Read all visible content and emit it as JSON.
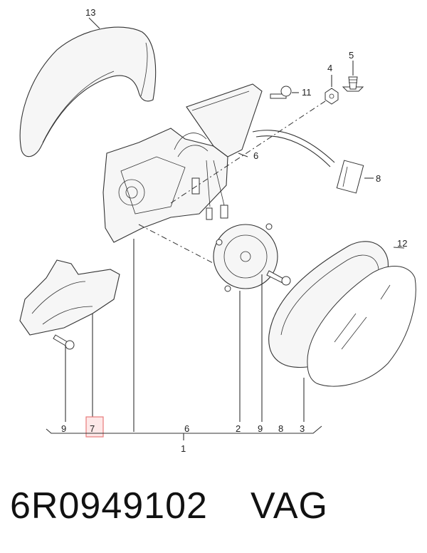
{
  "callouts": {
    "c13": "13",
    "c5": "5",
    "c4": "4",
    "c11": "11",
    "c6_top": "6",
    "c8_side": "8",
    "c12": "12",
    "bottom": [
      "9",
      "7",
      "6",
      "2",
      "9",
      "8",
      "3"
    ],
    "c1": "1"
  },
  "highlight_color": "#e87a7a",
  "footer": {
    "part_number": "6R0949102",
    "brand": "VAG"
  }
}
